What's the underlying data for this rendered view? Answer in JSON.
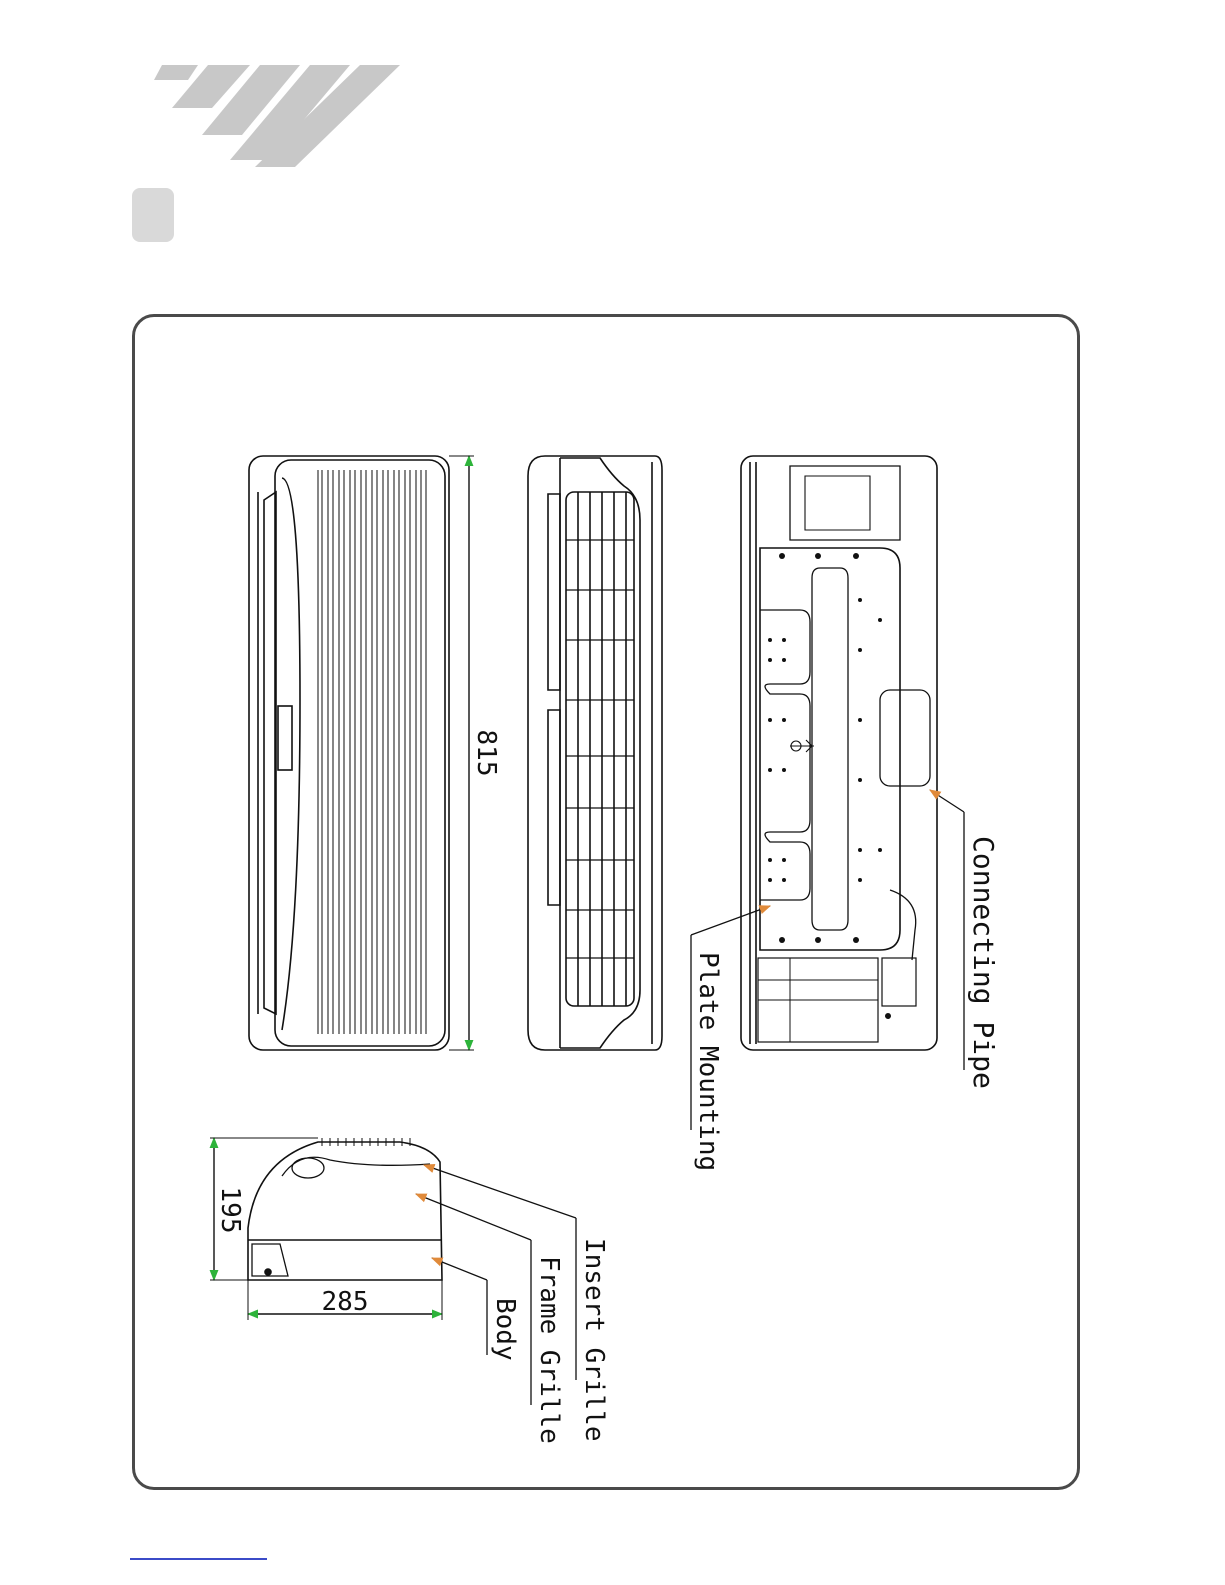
{
  "dimensions": {
    "height_815": "815",
    "height_195": "195",
    "depth_285": "285"
  },
  "callouts": {
    "connecting_pipe": "Connecting Pipe",
    "mounting_plate": "Plate Mounting",
    "insert_grille": "Insert Grille",
    "frame_grille": "Frame Grille",
    "body": "Body"
  },
  "colors": {
    "accent_arrow": "#2db33a",
    "leader_tip": "#e08a3a",
    "frame_border": "#4a4a4a",
    "stripe_grey": "#c8c8c8",
    "footer_link": "#3b4bc8"
  }
}
